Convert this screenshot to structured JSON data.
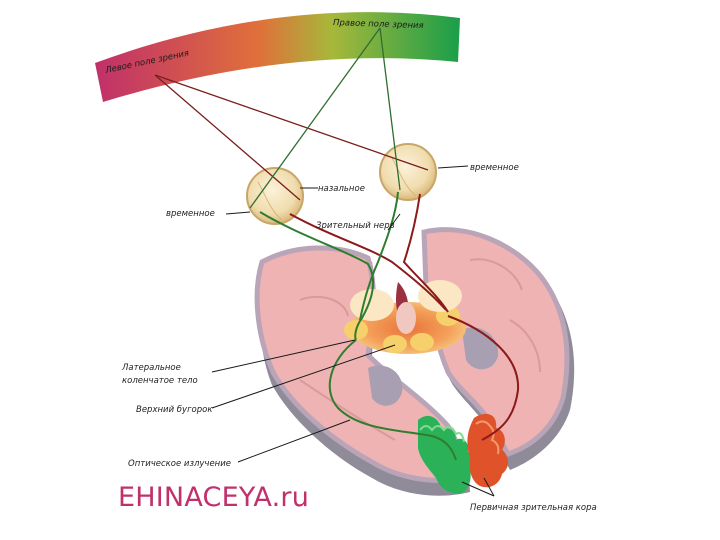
{
  "labels": {
    "left_field": "Левое поле зрения",
    "right_field": "Правое поле зрения",
    "temporal_right": "временное",
    "nasal": "назальное",
    "temporal_left": "временное",
    "optic_nerve": "Зрительный нерв",
    "lgn_line1": "Латеральное",
    "lgn_line2": "коленчатое тело",
    "superior_colliculus": "Верхний бугорок",
    "optic_radiation": "Оптическое излучение",
    "primary_cortex": "Первичная зрительная кора"
  },
  "watermark": {
    "site": "EHINACEYA",
    "domain": ".ru"
  },
  "colors": {
    "left_field": "#c0306a",
    "right_field": "#1a9e4a",
    "brain": "#efb3b3",
    "brain_edge": "#b9a4b8",
    "green_path": "#2f7d2f",
    "red_path": "#8b1a1a"
  }
}
